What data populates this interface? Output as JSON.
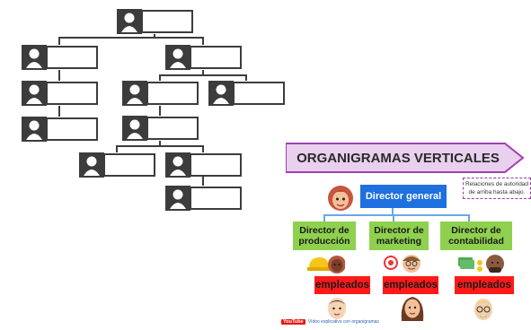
{
  "banner": {
    "title": "ORGANIGRAMAS VERTICALES"
  },
  "note": {
    "text": "Relaciones de autoridad de arriba hasta abajo."
  },
  "director_general": {
    "label": "Director general"
  },
  "departments": [
    {
      "label": "Director de\nproducción",
      "employees": "empleados"
    },
    {
      "label": "Director de\nmarketing",
      "employees": "empleados"
    },
    {
      "label": "Director de\ncontabilidad",
      "employees": "empleados"
    }
  ],
  "footer": {
    "yt_label": "YouTube",
    "caption": "Vídeo explicativo con organigramas"
  },
  "colors": {
    "person_icon": "#3c3c3c",
    "box_border": "#3c3c3c",
    "banner_fill": "#e9d0ee",
    "banner_stroke": "#a040b0",
    "blue": "#1e6fe0",
    "green": "#8fd14f",
    "red": "#ff1a1a",
    "connector_blue": "#6aa7e8"
  }
}
